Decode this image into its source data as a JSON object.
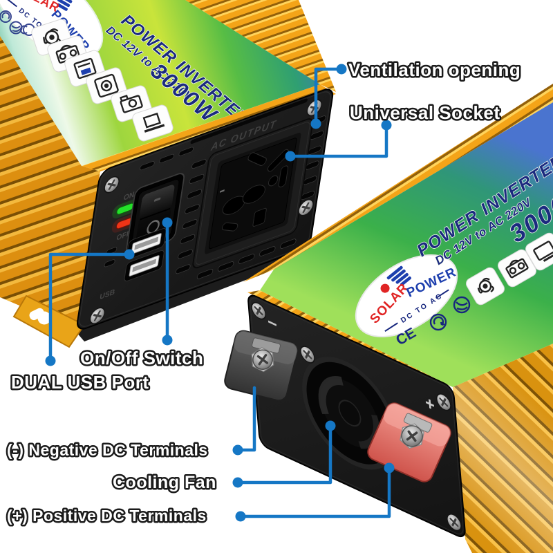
{
  "scene": {
    "description": "Annotated product photo of a yellow car power inverter shown from two angles on white background",
    "background": "#ffffff"
  },
  "callouts": {
    "ventilation": {
      "label": "Ventilation opening"
    },
    "universal_socket": {
      "label": "Universal Socket"
    },
    "on_off_switch": {
      "label": "On/Off Switch"
    },
    "dual_usb": {
      "label": "DUAL USB Port"
    },
    "negative_terminal": {
      "label": "(-) Negative DC Terminals"
    },
    "cooling_fan": {
      "label": "Cooling Fan"
    },
    "positive_terminal": {
      "label": "(+) Positive DC Terminals"
    }
  },
  "device": {
    "brand": {
      "name_top": "SOLAR",
      "name_bottom": "POWER",
      "tagline": "DC TO AC"
    },
    "product_name": "POWER INVERTER",
    "conversion": "DC 12V to AC 220V",
    "power_rating": "3000W",
    "panel_markings": {
      "ac_output": "AC OUTPUT",
      "on": "ON",
      "off": "OFF",
      "usb": "USB",
      "positive": "+",
      "negative": "−"
    },
    "certifications": {
      "ce": "CE"
    },
    "appliance_icons": [
      "fan-icon",
      "boombox-icon",
      "cassette-radio-icon",
      "speaker-icon",
      "camera-icon",
      "laptop-icon",
      "tv-icon"
    ]
  },
  "colors": {
    "callout_blue": "#1577c5",
    "label_text_fill": "#ffffff",
    "label_text_outline": "#1b1b1b",
    "body_yellow": "#f4a418",
    "fin_groove": "#93600a",
    "fin_highlight": "#ffd45c",
    "panel_black": "#1a1a1a",
    "brand_red": "#e02424",
    "brand_blue": "#1d3fae",
    "sticker_navy": "#1b2a7f",
    "led_green": "#24e02a",
    "led_red": "#ef3417",
    "negative_terminal_grey": "#4a4a4a",
    "positive_terminal_red": "#e8736d"
  }
}
